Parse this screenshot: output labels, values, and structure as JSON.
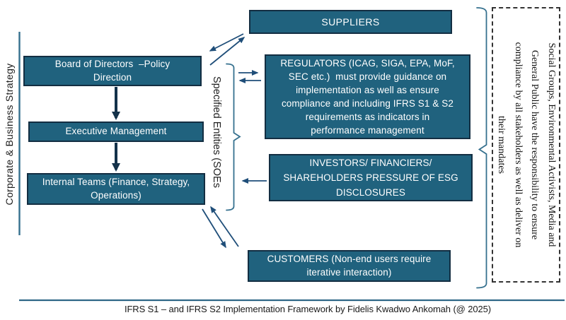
{
  "diagram": {
    "left_axis_label": "Corporate & Business Strategy",
    "soe_bracket_label": "Specified Entities (SOEs",
    "boxes": {
      "board": "Board of Directors  –Policy\nDirection",
      "executive": "Executive Management",
      "internal": "Internal Teams (Finance, Strategy,\nOperations)",
      "suppliers": "SUPPLIERS",
      "regulators": "REGULATORS (ICAG, SIGA, EPA, MoF,\nSEC etc.)  must provide guidance on\nimplementation as well as ensure\ncompliance and including IFRS S1 & S2\nrequirements as indicators in\nperformance management",
      "investors": "INVESTORS/ FINANCIERS/\nSHAREHOLDERS PRESSURE OF ESG\nDISCLOSURES",
      "customers": "CUSTOMERS (Non-end users require\niterative interaction)"
    },
    "right_panel_text": "Social Groups, Environmental Activists, Media and\nGeneral Public have the responsibility to ensure\ncompliance by all stakeholders as well as deliver on\ntheir mandates",
    "caption": "IFRS S1 – and IFRS S2 Implementation Framework by Fidelis Kwadwo Ankomah (@ 2025)",
    "colors": {
      "box_fill": "#20627E",
      "box_border": "#132E42",
      "structure_line": "#35708E",
      "arrow_small": "#1F4E79",
      "arrow_flow": "#14324A",
      "box_text": "#FFFFFF",
      "dark_text": "#1A1A1A"
    }
  }
}
